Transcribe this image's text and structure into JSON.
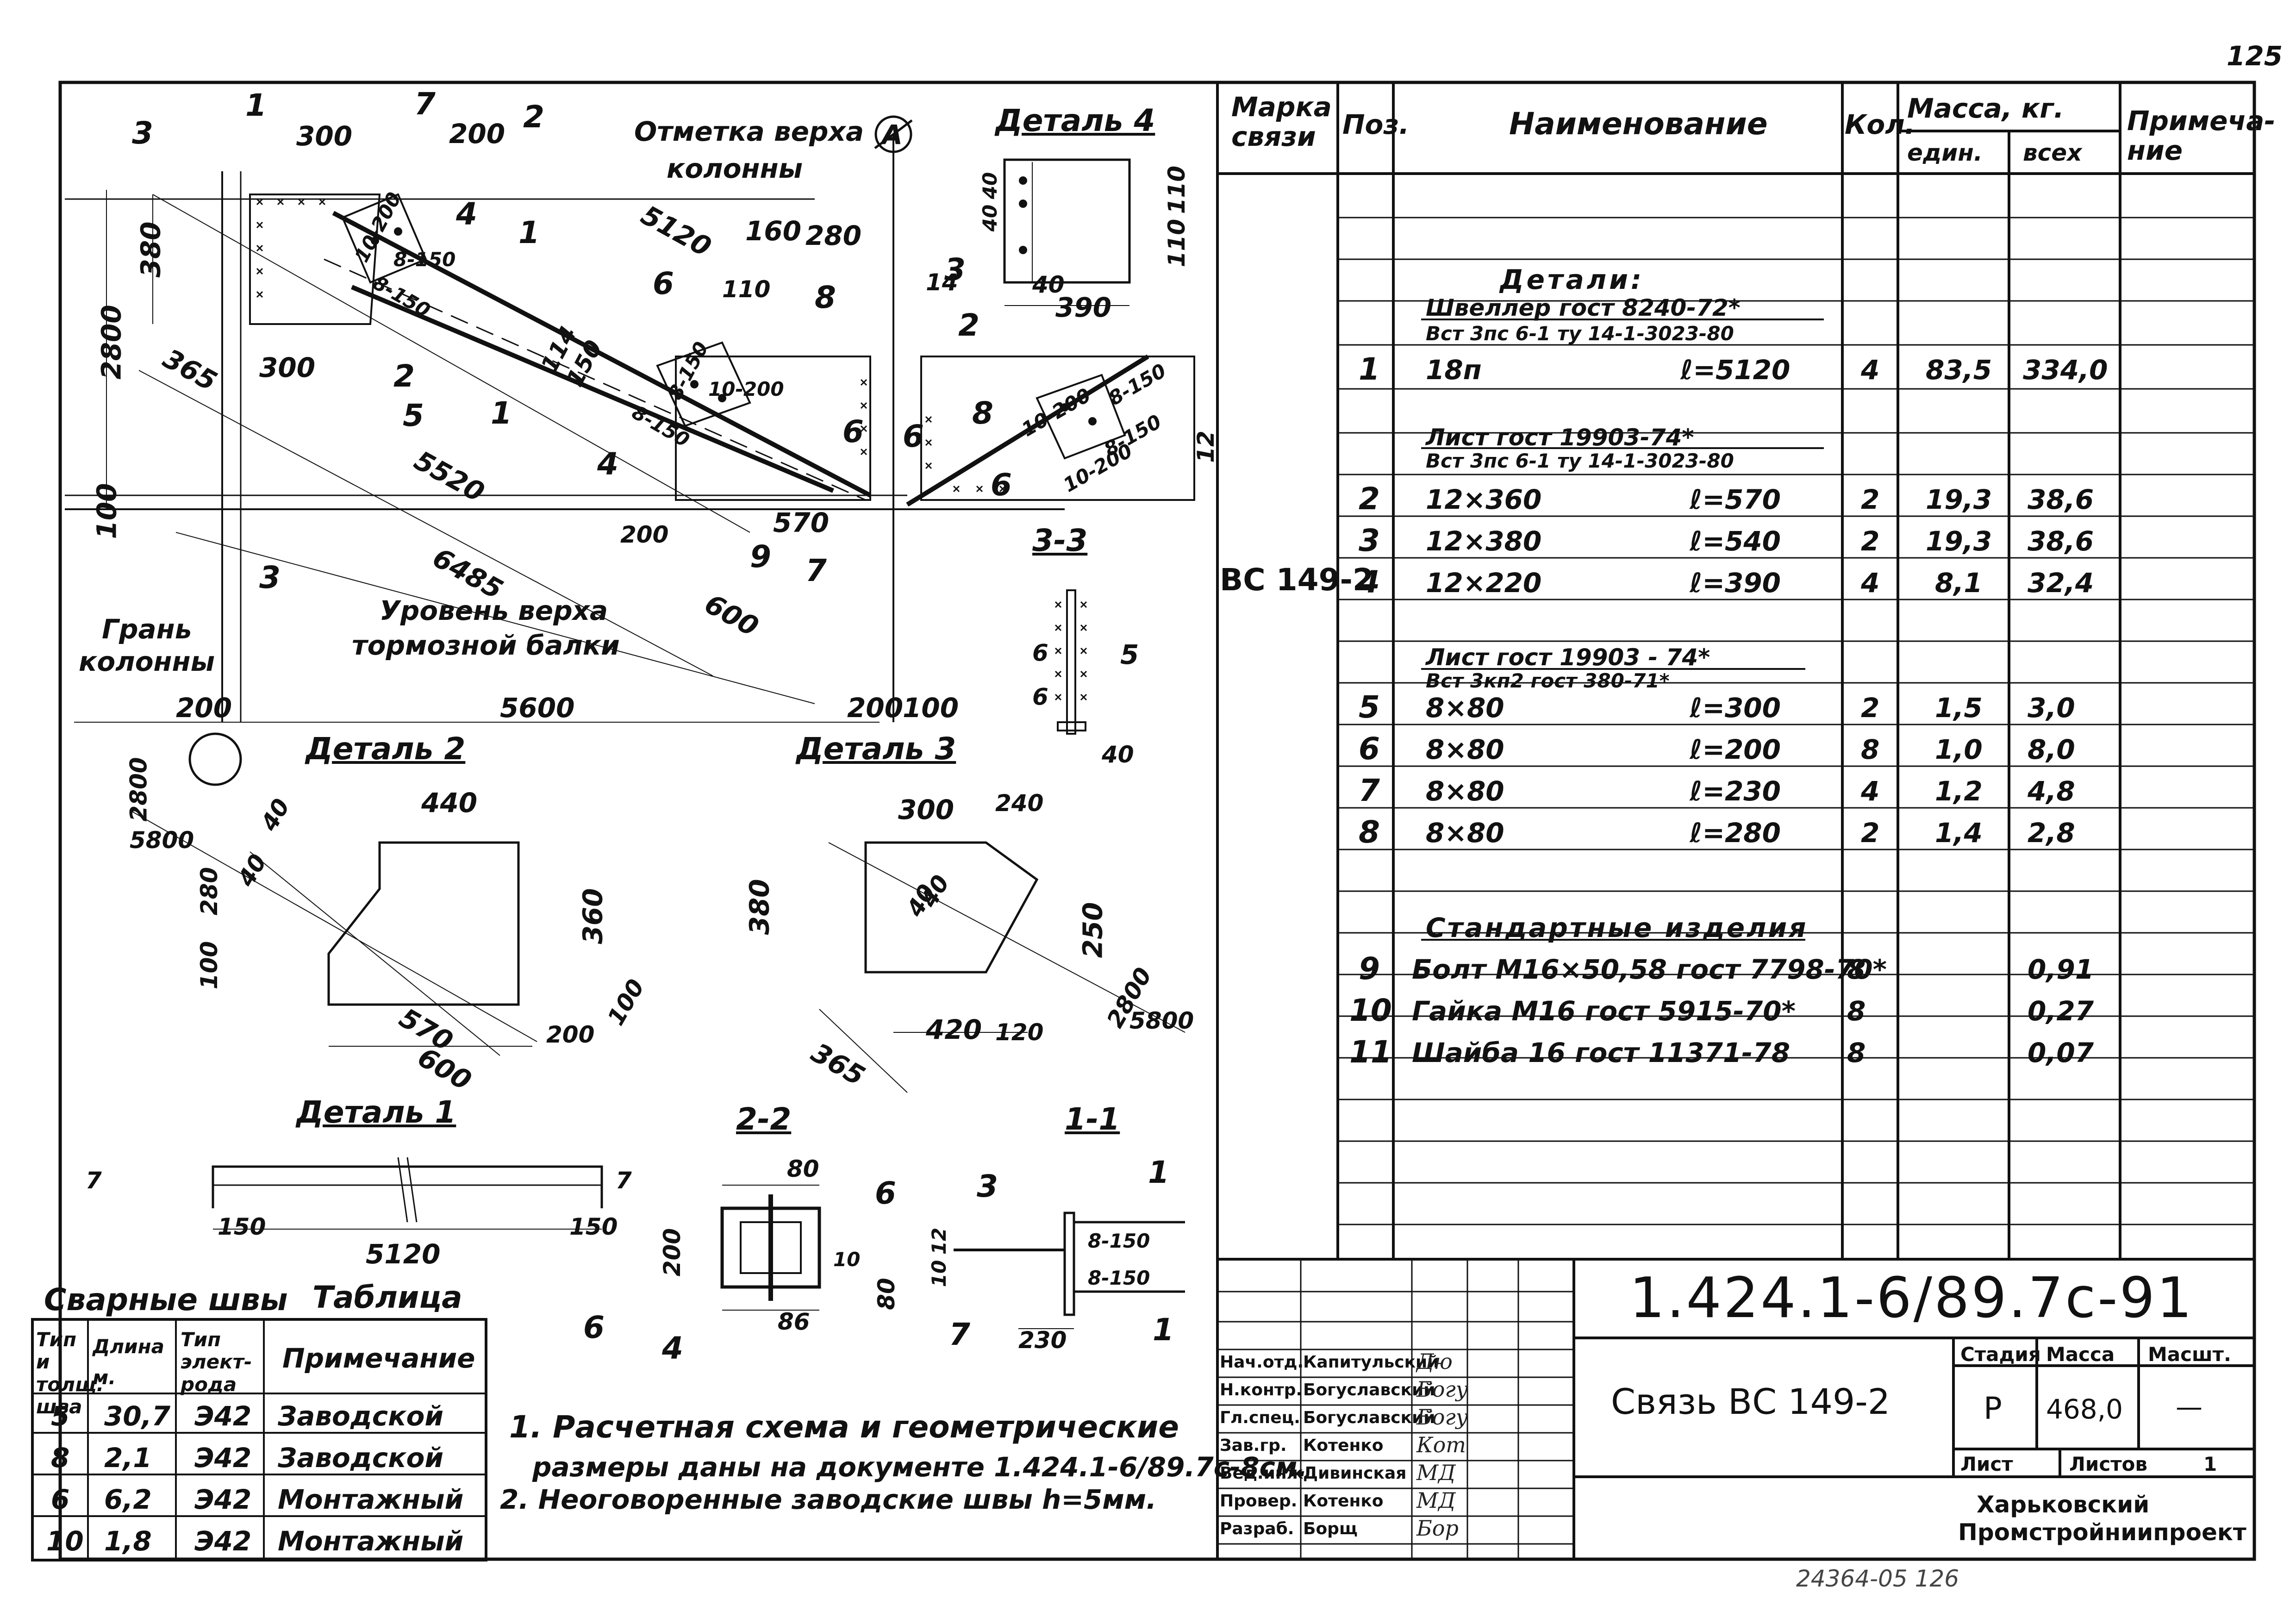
{
  "page_number": "125",
  "drawing": {
    "labels": {
      "mark_11_top": "1",
      "mark_11_right": "1",
      "mark_22_top": "2",
      "mark_22_mid": "2",
      "mark_33_right": "3",
      "mark_33_left": "3",
      "axis": "A",
      "otmetka_line1": "Отметка верха",
      "otmetka_line2": "колонны",
      "uroven_line1": "Уровень верха",
      "uroven_line2": "тормозной балки",
      "gran_line1": "Грань",
      "gran_line2": "колонны"
    },
    "dims": [
      "300",
      "200",
      "380",
      "2800",
      "100",
      "365",
      "300",
      "5120",
      "5520",
      "6485",
      "600",
      "570",
      "200",
      "160",
      "280",
      "5600",
      "200",
      "200",
      "100",
      "114",
      "150",
      "12",
      "14",
      "110"
    ],
    "bolt_marks": [
      "10-200",
      "8-150",
      "8-150",
      "8-150",
      "10-200",
      "8-150",
      "10-200",
      "8-150",
      "10-200",
      "8-150"
    ],
    "pos": [
      "3",
      "7",
      "4",
      "5",
      "1",
      "6",
      "8",
      "2",
      "6",
      "9",
      "7",
      "4",
      "6",
      "6",
      "8"
    ]
  },
  "details": {
    "d4": {
      "title": "Деталь 4",
      "dims": [
        "40",
        "40",
        "110",
        "110",
        "40",
        "390"
      ]
    },
    "d2": {
      "title": "Деталь 2",
      "dims": [
        "2800",
        "5800",
        "440",
        "40",
        "40",
        "280",
        "100",
        "360",
        "570",
        "600",
        "100",
        "200"
      ]
    },
    "d3": {
      "title": "Деталь 3",
      "dims": [
        "300",
        "240",
        "380",
        "250",
        "40",
        "40",
        "420",
        "120",
        "365",
        "2800",
        "5800"
      ]
    },
    "s33": {
      "title": "3-3",
      "dims": [
        "6",
        "6",
        "5",
        "40"
      ]
    },
    "d1": {
      "title": "Деталь 1",
      "dims": [
        "7",
        "7",
        "150",
        "150",
        "5120"
      ]
    },
    "s22": {
      "title": "2-2",
      "dims": [
        "80",
        "200",
        "86",
        "6",
        "6",
        "4",
        "10"
      ]
    },
    "s11": {
      "title": "1-1",
      "dims": [
        "3",
        "1",
        "12",
        "80",
        "10",
        "8-150",
        "8-150",
        "7",
        "230",
        "1"
      ]
    }
  },
  "weld_table": {
    "title_left": "Сварные швы",
    "title_right": "Таблица",
    "headers": [
      "Тип и толщ. шва",
      "Длина м.",
      "Тип элект-рода",
      "Примечание"
    ],
    "rows": [
      {
        "type": "5",
        "len": "30,7",
        "el": "Э42",
        "note": "Заводской"
      },
      {
        "type": "8",
        "len": "2,1",
        "el": "Э42",
        "note": "Заводской"
      },
      {
        "type": "6",
        "len": "6,2",
        "el": "Э42",
        "note": "Монтажный"
      },
      {
        "type": "10",
        "len": "1,8",
        "el": "Э42",
        "note": "Монтажный"
      }
    ]
  },
  "notes": [
    "1. Расчетная схема и геометрические",
    "размеры даны на документе 1.424.1-6/89.7с-8см.",
    "2. Неоговоренные заводские швы h=5мм."
  ],
  "spec": {
    "headers": {
      "mark": "Марка связи",
      "pos": "Поз.",
      "name": "Наименование",
      "qty": "Кол.",
      "mass": "Масса, кг.",
      "mass_unit": "един.",
      "mass_all": "всех",
      "note": "Примеча-ние"
    },
    "mark_value": "ВС 149-2",
    "section_details": "Детали:",
    "group1_line1": "Швеллер гост 8240-72*",
    "group1_line2": "Вст 3пс 6-1 ту 14-1-3023-80",
    "group2_line1": "Лист гост 19903-74*",
    "group2_line2": "Вст 3пс 6-1 ту 14-1-3023-80",
    "group3_line1": "Лист гост 19903 - 74*",
    "group3_line2": "Вст 3кп2 гост 380-71*",
    "section_std": "Стандартные изделия",
    "rows": [
      {
        "pos": "1",
        "name": "18п",
        "len": "ℓ=5120",
        "qty": "4",
        "unit": "83,5",
        "all": "334,0"
      },
      {
        "pos": "2",
        "name": "12×360",
        "len": "ℓ=570",
        "qty": "2",
        "unit": "19,3",
        "all": "38,6"
      },
      {
        "pos": "3",
        "name": "12×380",
        "len": "ℓ=540",
        "qty": "2",
        "unit": "19,3",
        "all": "38,6"
      },
      {
        "pos": "4",
        "name": "12×220",
        "len": "ℓ=390",
        "qty": "4",
        "unit": "8,1",
        "all": "32,4"
      },
      {
        "pos": "5",
        "name": "8×80",
        "len": "ℓ=300",
        "qty": "2",
        "unit": "1,5",
        "all": "3,0"
      },
      {
        "pos": "6",
        "name": "8×80",
        "len": "ℓ=200",
        "qty": "8",
        "unit": "1,0",
        "all": "8,0"
      },
      {
        "pos": "7",
        "name": "8×80",
        "len": "ℓ=230",
        "qty": "4",
        "unit": "1,2",
        "all": "4,8"
      },
      {
        "pos": "8",
        "name": "8×80",
        "len": "ℓ=280",
        "qty": "2",
        "unit": "1,4",
        "all": "2,8"
      },
      {
        "pos": "9",
        "name": "Болт М16×50,58 гост 7798-70*",
        "len": "",
        "qty": "8",
        "unit": "",
        "all": "0,91"
      },
      {
        "pos": "10",
        "name": "Гайка М16 гост 5915-70*",
        "len": "",
        "qty": "8",
        "unit": "",
        "all": "0,27"
      },
      {
        "pos": "11",
        "name": "Шайба 16 гост 11371-78",
        "len": "",
        "qty": "8",
        "unit": "",
        "all": "0,07"
      }
    ]
  },
  "title_block": {
    "doc_code": "1.424.1-6/89.7с-91",
    "object": "Связь ВС 149-2",
    "stage_label": "Стадия",
    "mass_label": "Масса",
    "scale_label": "Масшт.",
    "stage_value": "Р",
    "mass_value": "468,0",
    "scale_value": "—",
    "sheet_label": "Лист",
    "sheets_label": "Листов",
    "sheets_value": "1",
    "org_line1": "Харьковский",
    "org_line2": "Промстройниипроект",
    "roles": [
      {
        "role": "Нач.отд.",
        "name": "Капитульский",
        "sig": "Дю"
      },
      {
        "role": "Н.контр.",
        "name": "Богуславский",
        "sig": "Богу"
      },
      {
        "role": "Гл.спец.",
        "name": "Богуславский",
        "sig": "Богу"
      },
      {
        "role": "Зав.гр.",
        "name": "Котенко",
        "sig": "Кот"
      },
      {
        "role": "Вед.инж.",
        "name": "Дивинская",
        "sig": "МД"
      },
      {
        "role": "Провер.",
        "name": "Котенко",
        "sig": "МД"
      },
      {
        "role": "Разраб.",
        "name": "Борщ",
        "sig": "Бор"
      }
    ]
  },
  "bottom_stamp": "24364-05 126"
}
